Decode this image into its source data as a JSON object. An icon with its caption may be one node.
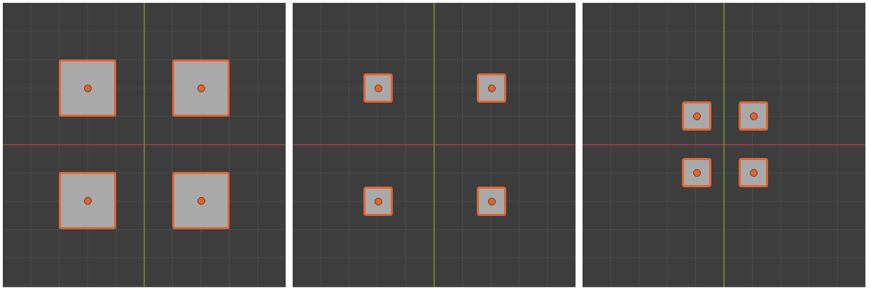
{
  "diagram": {
    "nodes": [
      {
        "text": [],
        "shape": "box"
      },
      {
        "text": [],
        "shape": "box",
        "in": 0
      },
      {
        "text": [],
        "shape": "box",
        "in": 0
      },
      {
        "text": [],
        "shape": "box",
        "in": 0
      },
      {
        "text": [],
        "shape": "box",
        "in": 0
      },
      {
        "text": [],
        "shape": "box"
      },
      {
        "text": [],
        "shape": "box",
        "in": 5
      },
      {
        "text": [],
        "shape": "box",
        "in": 5
      },
      {
        "text": [],
        "shape": "box",
        "in": 5
      },
      {
        "text": [],
        "shape": "box",
        "in": 5
      },
      {
        "text": [],
        "shape": "box"
      },
      {
        "text": [],
        "shape": "box",
        "in": 10
      },
      {
        "text": [],
        "shape": "box",
        "in": 10
      },
      {
        "text": [],
        "shape": "box",
        "in": 10
      },
      {
        "text": [],
        "shape": "box",
        "in": 10
      }
    ]
  }
}
